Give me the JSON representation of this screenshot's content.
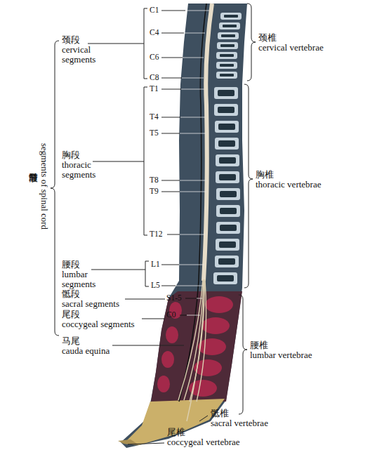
{
  "diagram": {
    "labels": [
      "颈段",
      "cervical segments",
      "胸段",
      "thoracic segments",
      "腰段",
      "lumbar segments",
      "骶段",
      "sacral segments",
      "尾段",
      "coccygeal segments",
      "马尾",
      "cauda equina",
      "脊髓节段",
      "segments of spinal cord",
      "C1",
      "C4",
      "C6",
      "C8",
      "T1",
      "T4",
      "T5",
      "T8",
      "T9",
      "T12",
      "L1",
      "L5",
      "S1-5",
      "C0",
      "颈椎",
      "cervical vertebrae",
      "胸椎",
      "thoracic vertebrae",
      "腰椎",
      "lumbar vertebrae",
      "骶椎",
      "sacral vertebrae",
      "尾椎",
      "coccygeal vertebrae"
    ]
  }
}
